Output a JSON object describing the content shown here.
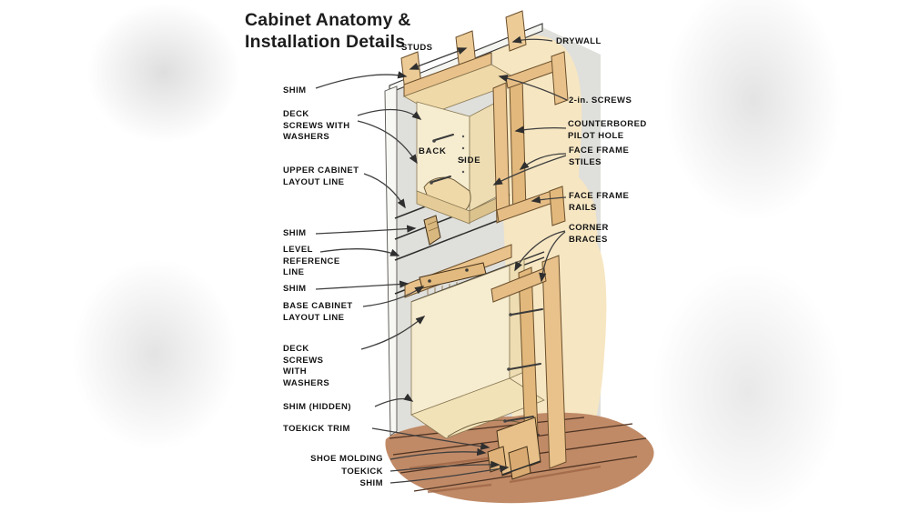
{
  "title": "Cabinet Anatomy &\nInstallation Details",
  "diagram_labels": {
    "studs": "STUDS",
    "drywall": "DRYWALL",
    "shim_top": "SHIM",
    "deck_screws_upper": "DECK\nSCREWS WITH\nWASHERS",
    "upper_cabinet_layout_line": "UPPER CABINET\nLAYOUT LINE",
    "two_in_screws": "2-in. SCREWS",
    "counterbored_pilot_hole": "COUNTERBORED\nPILOT HOLE",
    "face_frame_stiles": "FACE FRAME\nSTILES",
    "face_frame_rails": "FACE FRAME\nRAILS",
    "corner_braces": "CORNER\nBRACES",
    "shim_level_upper": "SHIM",
    "level_reference_line": "LEVEL\nREFERENCE\nLINE",
    "shim_level_lower": "SHIM",
    "base_cabinet_layout_line": "BASE CABINET\nLAYOUT LINE",
    "deck_screws_lower": "DECK\nSCREWS\nWITH\nWASHERS",
    "shim_hidden": "SHIM (HIDDEN)",
    "toekick_trim": "TOEKICK TRIM",
    "shoe_molding": "SHOE MOLDING",
    "toekick": "TOEKICK",
    "shim_bottom": "SHIM",
    "cabinet_back": "BACK",
    "cabinet_side": "SIDE"
  },
  "palette": {
    "background": "#ffffff",
    "title_text": "#1c1c1c",
    "label_text": "#141414",
    "leader_line": "#3f3f3f",
    "wood_light": "#eccb97",
    "wood_mid": "#e9c28b",
    "wood_deep": "#e2b87c",
    "cabinet_interior": "#f6ecd0",
    "cabinet_interior_shade": "#eeddb2",
    "cabinet_deck": "#f2e2b8",
    "drywall": "#dfdfdb",
    "drywall_edge": "#f7f7f4",
    "wall_patch": "#f6e6c2",
    "floor": "#c08a67",
    "floor_line": "#4e3322"
  }
}
